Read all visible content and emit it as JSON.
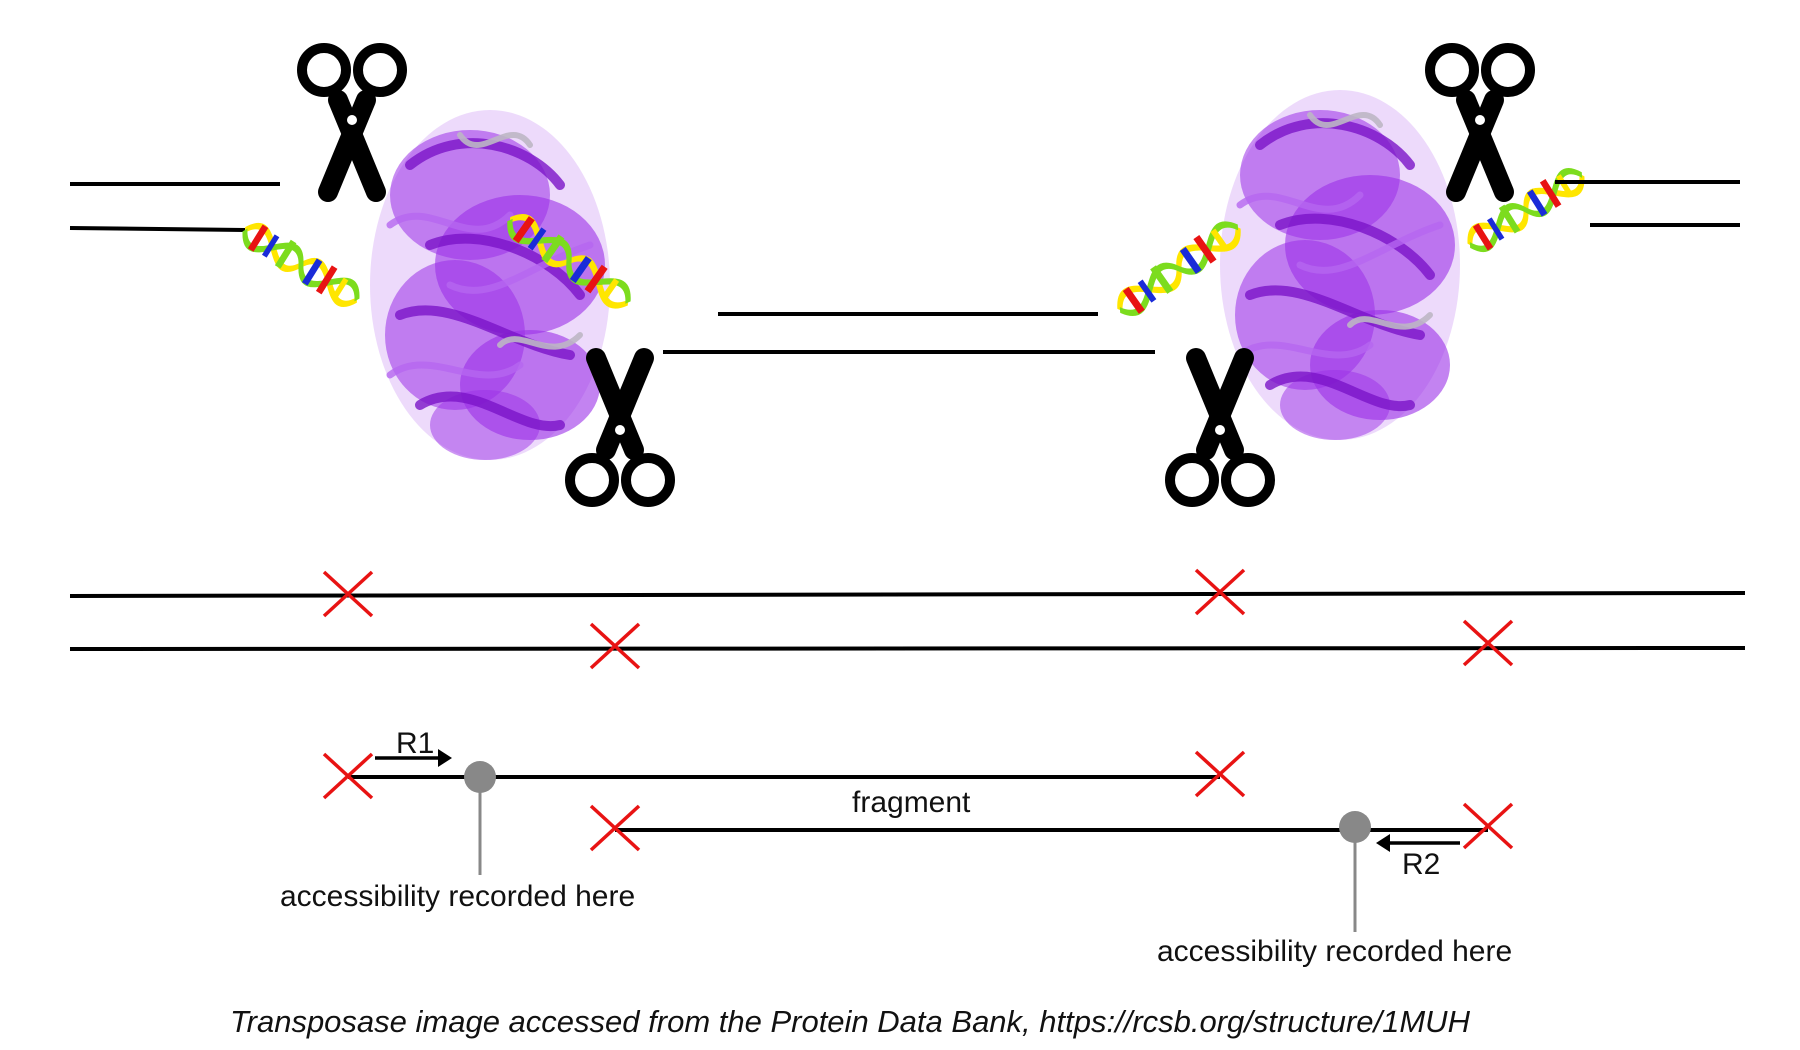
{
  "labels": {
    "r1": "R1",
    "r2": "R2",
    "fragment": "fragment",
    "access_left": "accessibility recorded here",
    "access_right": "accessibility recorded here",
    "caption": "Transposase image accessed from the Protein Data Bank, https://rcsb.org/structure/1MUH"
  },
  "icons": {
    "cut": "scissors-icon",
    "cut_site": "red-x-mark",
    "protein": "transposase-structure",
    "record_point": "gray-dot"
  },
  "colors": {
    "protein": "#9b30e8",
    "cut_mark": "#e81313",
    "record_dot": "#888888",
    "dna_line": "#000000",
    "helix": [
      "#ffe600",
      "#7cdc1e",
      "#e81313",
      "#1a2bd8"
    ]
  }
}
